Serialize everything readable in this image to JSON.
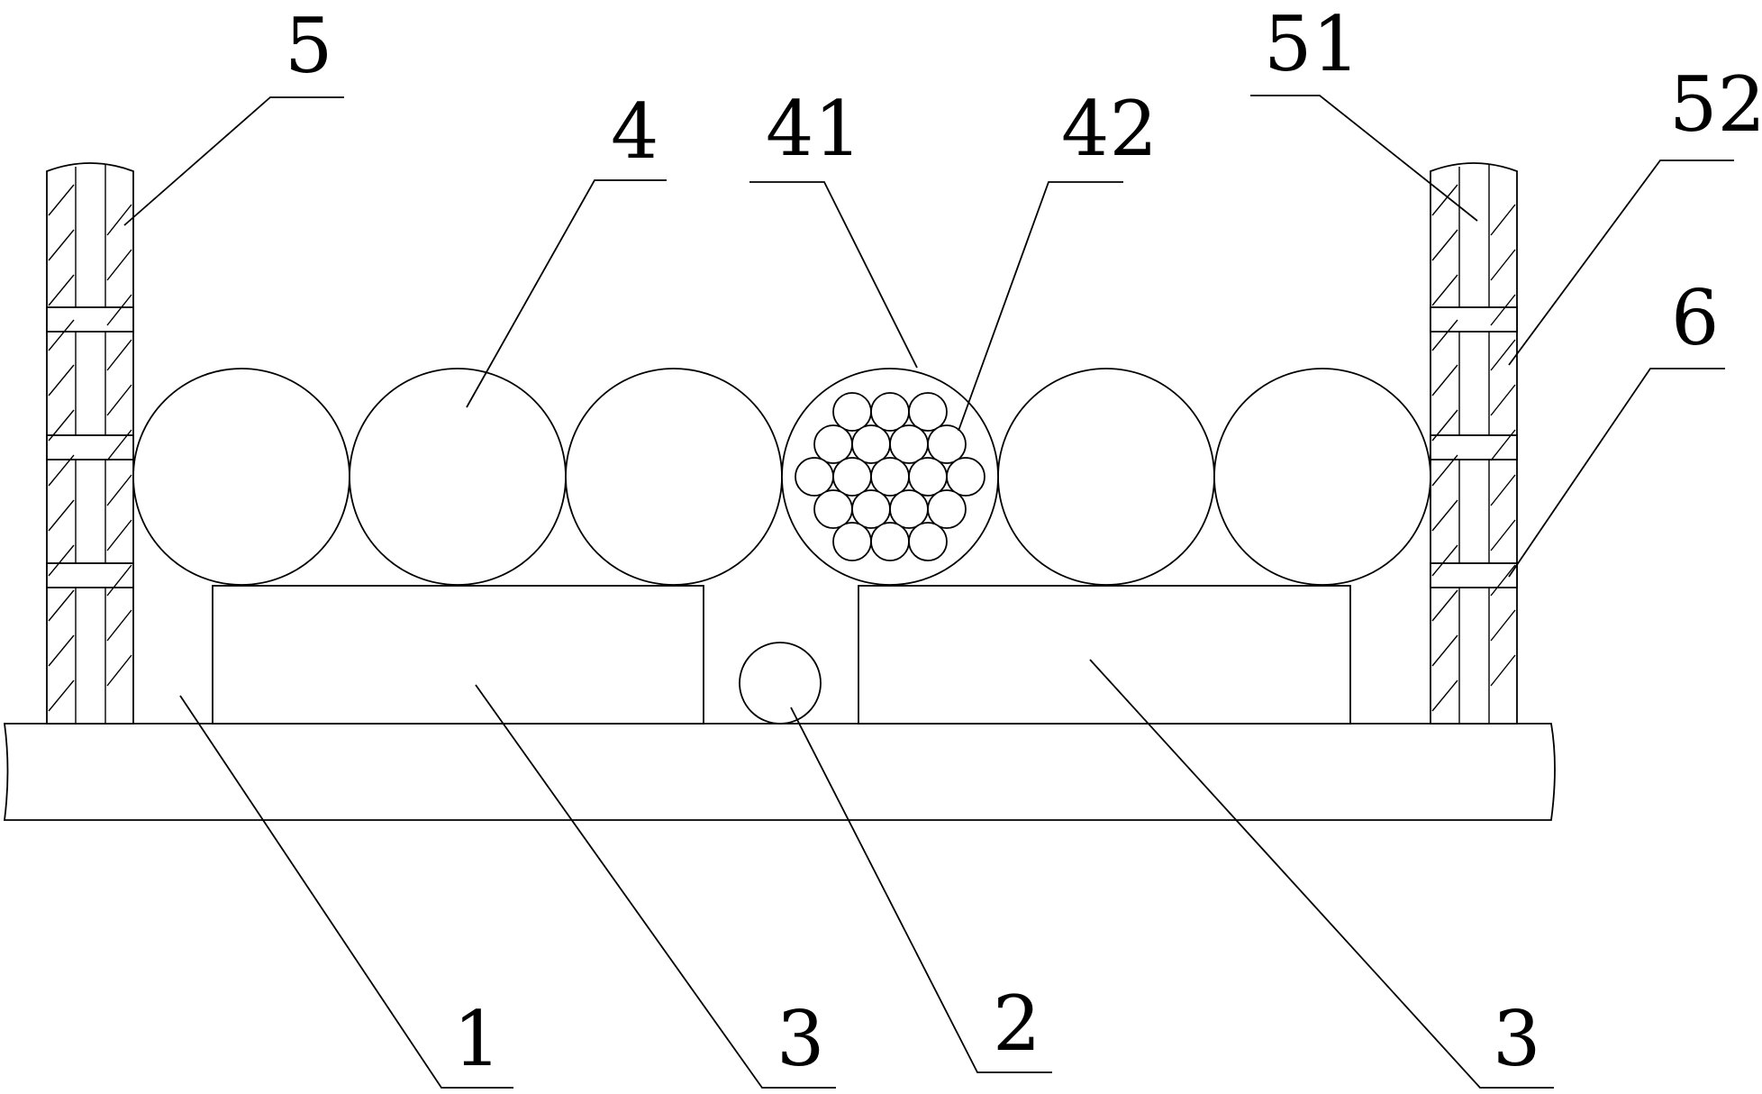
{
  "labels": {
    "l5": "5",
    "l51": "51",
    "l52": "52",
    "l4": "4",
    "l41": "41",
    "l42": "42",
    "l6": "6",
    "l1": "1",
    "l3a": "3",
    "l2": "2",
    "l3b": "3"
  }
}
